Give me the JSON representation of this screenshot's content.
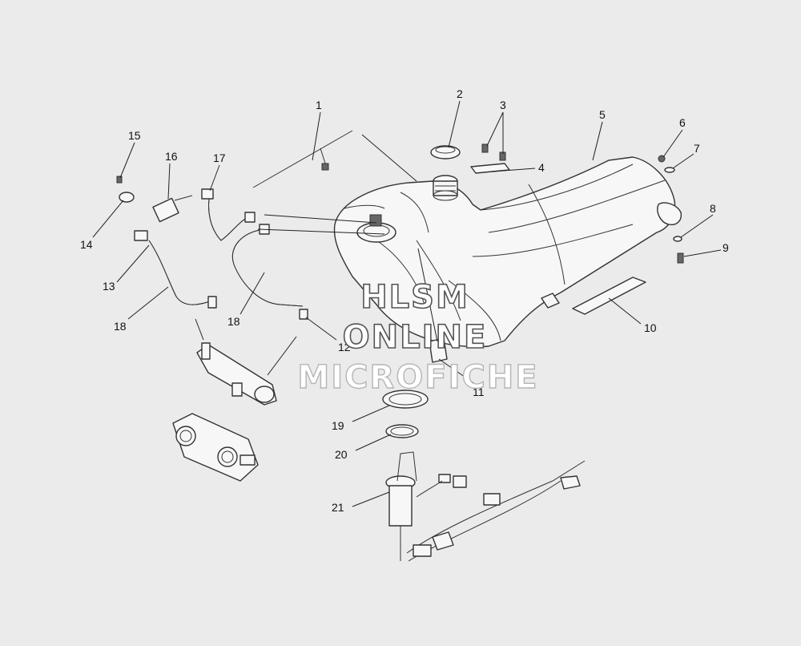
{
  "diagram": {
    "callouts": [
      {
        "id": "c1",
        "label": "1"
      },
      {
        "id": "c2",
        "label": "2"
      },
      {
        "id": "c3",
        "label": "3"
      },
      {
        "id": "c4",
        "label": "4"
      },
      {
        "id": "c5",
        "label": "5"
      },
      {
        "id": "c6",
        "label": "6"
      },
      {
        "id": "c7",
        "label": "7"
      },
      {
        "id": "c8",
        "label": "8"
      },
      {
        "id": "c9",
        "label": "9"
      },
      {
        "id": "c10",
        "label": "10"
      },
      {
        "id": "c11",
        "label": "11"
      },
      {
        "id": "c12",
        "label": "12"
      },
      {
        "id": "c13",
        "label": "13"
      },
      {
        "id": "c14",
        "label": "14"
      },
      {
        "id": "c15",
        "label": "15"
      },
      {
        "id": "c16",
        "label": "16"
      },
      {
        "id": "c17",
        "label": "17"
      },
      {
        "id": "c18a",
        "label": "18"
      },
      {
        "id": "c18b",
        "label": "18"
      },
      {
        "id": "c19",
        "label": "19"
      },
      {
        "id": "c20",
        "label": "20"
      },
      {
        "id": "c21",
        "label": "21"
      }
    ]
  },
  "watermark": {
    "line1": "HLSM",
    "line2": "ONLINE",
    "line3": "MICROFICHE"
  }
}
